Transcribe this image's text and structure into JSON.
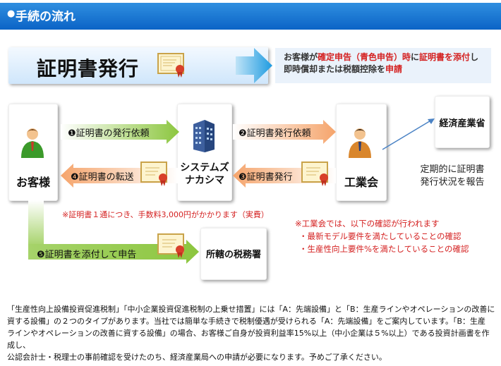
{
  "header": {
    "bullet": "●",
    "title": "手続の流れ"
  },
  "cert_panel": {
    "title": "証明書発行"
  },
  "note": {
    "line1_a": "お客様が",
    "line1_b": "確定申告（青色申告）時",
    "line1_c": "に",
    "line1_d": "証明書を添付",
    "line1_e": "し",
    "line2_a": "即時償却または税額控除を",
    "line2_b": "申請"
  },
  "nodes": {
    "customer": "お客様",
    "system_line1": "システムズ",
    "system_line2": "ナカシマ",
    "association": "工業会",
    "meti": "経済産業省",
    "tax_office": "所轄の税務署"
  },
  "arrows": {
    "step1": "❶証明書の発行依頼",
    "step2": "❷証明書発行依頼",
    "step3": "❸証明書発行",
    "step4": "❹証明書の転送",
    "step5": "❺証明書を添付して申告"
  },
  "fee_note": "※証明書１通につき、手数料3,000円がかかります（実費）",
  "report_note": {
    "line1": "定期的に証明書",
    "line2": "発行状況を報告"
  },
  "check_note": {
    "title": "※工業会では、以下の確認が行われます",
    "item1": "・最新モデル要件を満たしていることの確認",
    "item2_a": "・生産性向上",
    "item2_b": "要件%を満たしていることの確認"
  },
  "bottom": {
    "line1": "「生産性向上設備投資促進税制」「中小企業投資促進税制の上乗せ措置」には「A：先端設備」と「B：生産ラインやオペレーションの改善に",
    "line2": "資する設備」の２つのタイプがあります。当社では簡単な手続きで税制優遇が受けられる「A：先端設備」をご案内しています。「B：生産",
    "line3": "ラインやオペレーションの改善に資する設備」の場合、お客様ご自身が投資利益率15%以上（中小企業は５%以上）である投資計画書を作成し、",
    "line4": "公認会計士・税理士の事前確認を受けたのち、経済産業局への申請が必要になります。予めご了承ください。"
  },
  "colors": {
    "header": "#0b63c6",
    "green": "#8cc63f",
    "orange": "#f5a46b",
    "red": "#d42020",
    "arrow_blue": "#1e9be0"
  }
}
